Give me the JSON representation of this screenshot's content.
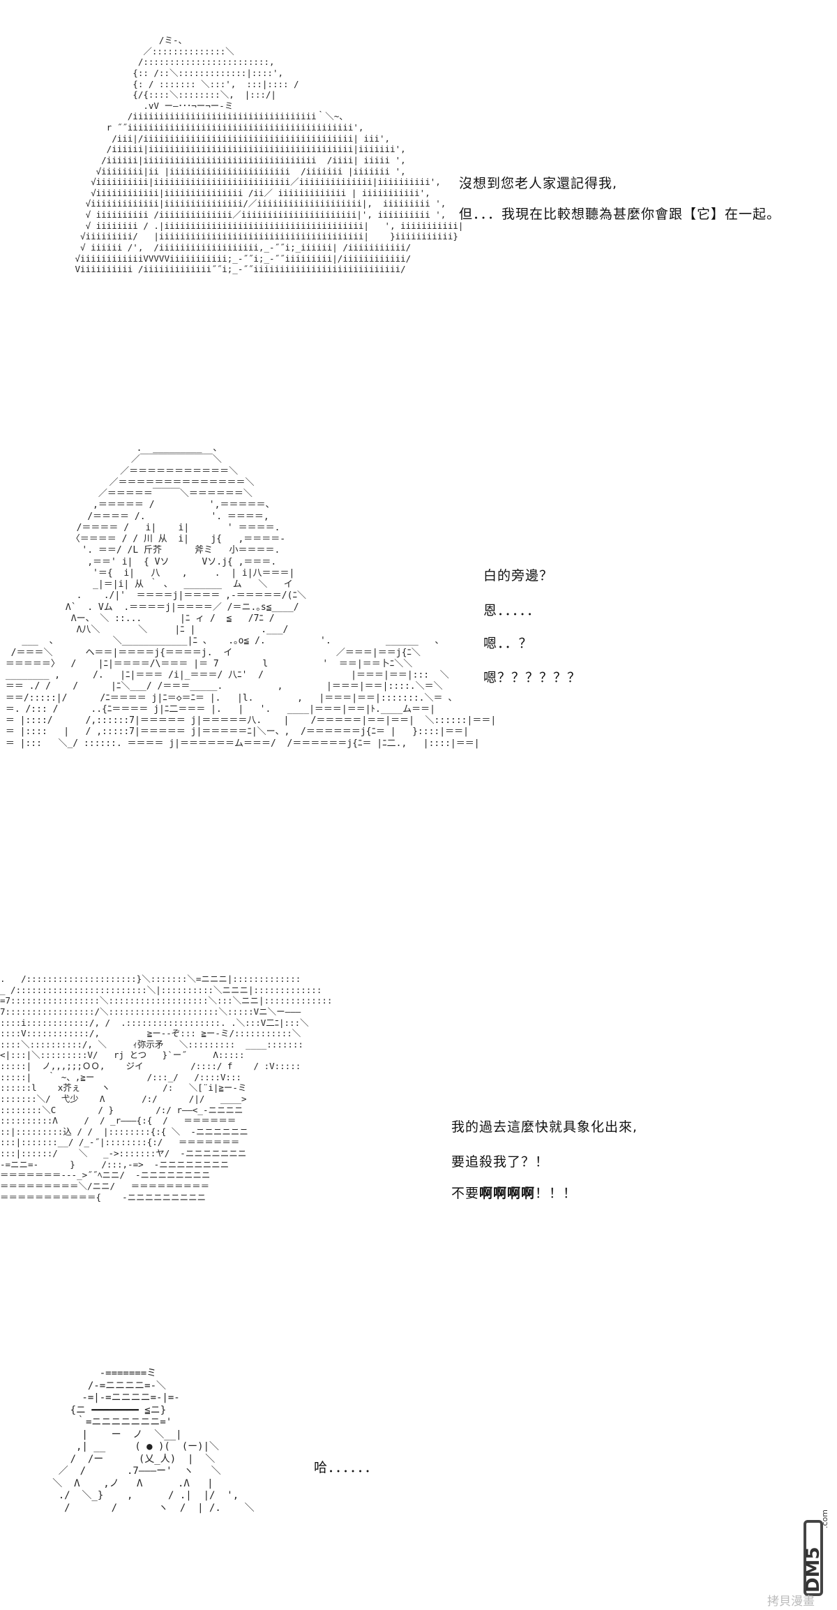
{
  "panels": [
    {
      "art": [
        "                 /ミ-、",
        "              ／::::::::::::::＼",
        "             /::::::::::::::::::::::::,",
        "            {:: /::＼:::::::::::::|::::',",
        "            {: / ::::::: ＼:::',  :::|:::: /",
        "            {/{::::＼::::::::＼,  |:::/|",
        "              .vV ー―･･･¬ー¬ー-ミ",
        "           /iiiiiiiiiiiiiiiiiiiiiiiiiiiiiiiiiii｀＼~、",
        "       r ˝˝iiiiiiiiiiiiiiiiiiiiiiiiiiiiiiiiiiiiiiiiiii',",
        "        /iii|/iiiiiiiiiiiiiiiiiiiiiiiiiiiiiiiiiiiiiiii| iii',",
        "       /iiiiii|iiiiiiiiiiiiiiiiiiiiiiiiiiiiiiiiiiiiiii|iiiiiii',",
        "      /iiiiii|iiiiiiiiiiiiiiiiiiiiiiiiiiiiiiiii  /iiii| iiiii ',",
        "     √iiiiiiii|ii |iiiiiiiiiiiiiiiiiiiiiii  /iiiiiii |iiiiiii ',",
        "    √iiiiiiiiii|iiiiiiiiiiiiiiiiiiiiiiiiii／iiiiiiiiiiiiii|iiiiiiiiii',",
        "    √iiiiiiiiiiii|iiiiiiiiiiiiiii /ii／ iiiiiiiiiiiii | iiiiiiiiiii',",
        "   √iiiiiiiiiiiii|iiiiiiiiiiiiiii/／iiiiiiiiiiiiiiiiiiii|,  iiiiiiiii ',",
        "   √ iiiiiiiiii /iiiiiiiiiiiiii／iiiiiiiiiiiiiiiiiiiiii|', iiiiiiiiii ',",
        "   √ iiiiiiii / .|iiiiiiiiiiiiiiiiiiiiiiiiiiiiiiiiiiiiii|   ', iiiiiiiiiii|",
        "  √iiiiiiiii/   |iiiiiiiiiiiiiiiiiiiiiiiiiiiiiiiiiiiiiii|    }iiiiiiiiiii}",
        "  √ iiiiii /',  /iiiiiiiiiiiiiiiiiii,_-˝˝i;_iiiiii| /iiiiiiiiiii/",
        " √iiiiiiiiiiiiVVVVViiiiiiiiiii;_-˝˝i;_-˝˝iiiiiiiii|/iiiiiiiiiiii/",
        " Viiiiiiiiii /iiiiiiiiiiiii˝˝i;_-˝˝iiiiiiiiiiiiiiiiiiiiiiiiiiii/"
      ],
      "lines": [
        "沒想到您老人家還記得我,",
        "但．．．我現在比較想聽為甚麼你會跟【它】在一起。"
      ]
    },
    {
      "art": [
        "                         .  _________  、",
        "                        ／￣￣￣￣￣￣￣￣＼",
        "                      ／＝＝＝＝＝＝＝＝＝＝＝＼",
        "                    ／＝＝＝＝＝＝＝＝＝＝＝＝＝＝＼",
        "                  ／＝＝＝＝＝￣￣￣＼＝＝＝＝＝＝＼",
        "                 ,＝＝＝＝＝ /          ',＝＝＝＝＝、",
        "                /＝＝＝＝ /.            '. ＝＝＝＝,",
        "              /＝＝＝＝ /   i|    i|       ' ＝＝＝＝.",
        "             〈＝＝＝＝ / / 川 从  i|    j{   ,＝＝＝＝-",
        "               '. ＝＝/ /L 斤芥      斧ミ   小＝＝＝＝.",
        "                ,＝＝' i|  { Vソ      Vソ.j{ ,＝＝＝.",
        "                 '＝{  i|   八    ,     .  | i|八＝＝＝|",
        "                 _|＝|i| 从 ｀ 、  _______  ム   ＼   イ",
        "              .    ./|'  ＝＝＝＝j|＝＝＝＝ ,-＝＝＝＝＝/(ﾆ＼",
        "            Λ`  . Vム  .＝＝＝＝j|＝＝＝＝／ /＝ニ.｡s≦____/",
        "             Λー、 ＼ ::...       |ﾆ ィ /  ≦   /7ﾆ /",
        "              Λ八＼       ＼     |ﾆ |            .___/",
        "    ___  、          ＼____________|ﾆ 、   .｡o≦ /.          '.          ______   、",
        "  /＝＝＝＼      ヘ＝＝|＝＝＝＝j{＝＝＝＝j.  イ                   ／＝＝＝|＝＝j{ﾆ＼",
        " ＝＝＝＝＝〉  /    |ﾆ|＝＝＝＝/\\＝＝＝ |＝ 7        l          '  ＝＝|＝＝卜ﾆ＼＼",
        " ________ ,      /.   |ﾆ|＝＝＝ /i|_＝＝＝/ 八ﾆ'  /                |＝＝＝|＝＝|:::  ＼",
        " ＝＝ ./ /    /      |ﾆ＼___/ /＝＝＝_____.          ,        |＝＝＝|＝＝|::::.＼＝＼",
        " ＝＝/:::::|/      /ﾆ＝＝＝＝ j|ﾆ＝◇＝ﾆ＝ |.   |l.        ,   |＝＝＝|＝＝|:::::::.＼＝ 、",
        " ＝. /::: /      ..{ﾆ＝＝＝＝ j|ﾆ二＝＝＝ |.   |   '.   ____|＝＝＝|＝＝|ﾄ.____ム＝＝|",
        " ＝ |::::/      /,::::::7|＝＝＝＝＝ j|＝＝＝＝＝八.    |    /＝＝＝＝＝|＝＝|＝＝|  ＼::::::|＝＝|",
        " ＝ |::::   |   / ,:::::7|＝＝＝＝＝ j|＝＝＝＝＝ﾆ|＼ー、,  /＝＝＝＝＝＝j{ﾆ＝ |   }::::|＝＝|",
        " ＝ |:::   ＼_/ ::::::. ＝＝＝＝ j|＝＝＝＝＝＝ム＝＝＝/  /＝＝＝＝＝＝j{ﾆ＝ |ﾆ二.,   |::::|＝＝|"
      ],
      "lines": [
        "白的旁邊？",
        "恩．．．．．",
        "嗯．．？",
        "嗯？？？？？？"
      ]
    },
    {
      "art": [
        ".   /:::::::::::::::::::::}＼:::::::＼=ニニニ|:::::::::::::",
        "_ /:::::::::::::::::::::::::＼|::::::::::＼ニニニ|:::::::::::::",
        "=7:::::::::::::::::＼:::::::::::::::::::＼:::＼ニニ|:::::::::::::",
        "7:::::::::::::::::/＼:::::::::::::::::::::＼:::::Vニ＼ー―――",
        "::::i::::::::::::/, /  .::::::::::::::::::. .＼:::V二ﾆ|:::＼",
        "::::V::::::::::::/,         ≧ー--ぞ::: ≧ー-ミ/:::::::::::＼",
        "::::＼::::::::::/, ＼     ｨ弥示矛   ＼:::::::::  ____:::::::",
        "<|:::|＼:::::::::V/   rj とつ   }`ー˝     Λ:::::",
        ":::::|  ノ,,,;;;ＯＯ,    ジイ         /::::/ f    / :V:::::",
        ":::::|   ｀ ~、,≧ー          /:::_/   /::::V:::",
        "::::::l    x芥ぇ    ヽ          /:   ＼[¨i|≧ー-ミ",
        ":::::::＼/  弋少    Λ       /:/      /|/   ____>",
        "::::::::＼C        / }        /:/ r――<_-ニニニニ",
        "::::::::::Λ     /  / _r―――{:{  /   ＝＝＝＝＝＝",
        "::|:::::::::込 / /  |::::::::{:{ ＼  -ニニニニニニ",
        ":::|:::::::__/ /_-˝|::::::::{:/   ＝＝＝＝＝＝＝",
        ":::|::::::/    ＼   _->:::::::ヤ/  -ニニニニニニニ",
        "-=ニニ=-      }     /:::,-=>  -ニニニニニニニニ",
        "＝＝＝＝＝＝＝---_>˝˝ﾍニニ/  -ニニニニニニニニ",
        "＝＝＝＝＝＝＝＝＝＼/ニニ/   ＝＝＝＝＝＝＝＝＝",
        "＝＝＝＝＝＝＝＝＝＝＝{    -ニニニニニニニニニ"
      ],
      "lines": [
        "我的過去這麼快就具象化出來,",
        "要追殺我了？！",
        "不要",
        "啊啊啊啊",
        "！！！"
      ]
    },
    {
      "art": [
        "           -=======ミ",
        "         /-=ニニニニ=-＼",
        "        -=|-=ニニニニ=-|=-",
        "      {ニ ━━━━━━━━ ≦ニ}",
        "       ｀=ニニニニニニニ='",
        "        |    ー  ノ  ＼__|",
        "       ,| __     ( ● )(  (ー)|＼",
        "      /  /ー      (乂_人)  |  ＼",
        "    ／  /       .7―――ー'  ヽ   ＼",
        "   ＼  Λ    ,ノ   Λ      .Λ   |",
        "    ./  ＼_}    ,      / .|  |/  ',",
        "     /       /       ヽ  /  | /.    ＼"
      ],
      "lines": [
        "哈．．．．．．"
      ]
    }
  ],
  "watermark": {
    "logo": "DM5.com",
    "caption": "拷貝漫畫"
  }
}
